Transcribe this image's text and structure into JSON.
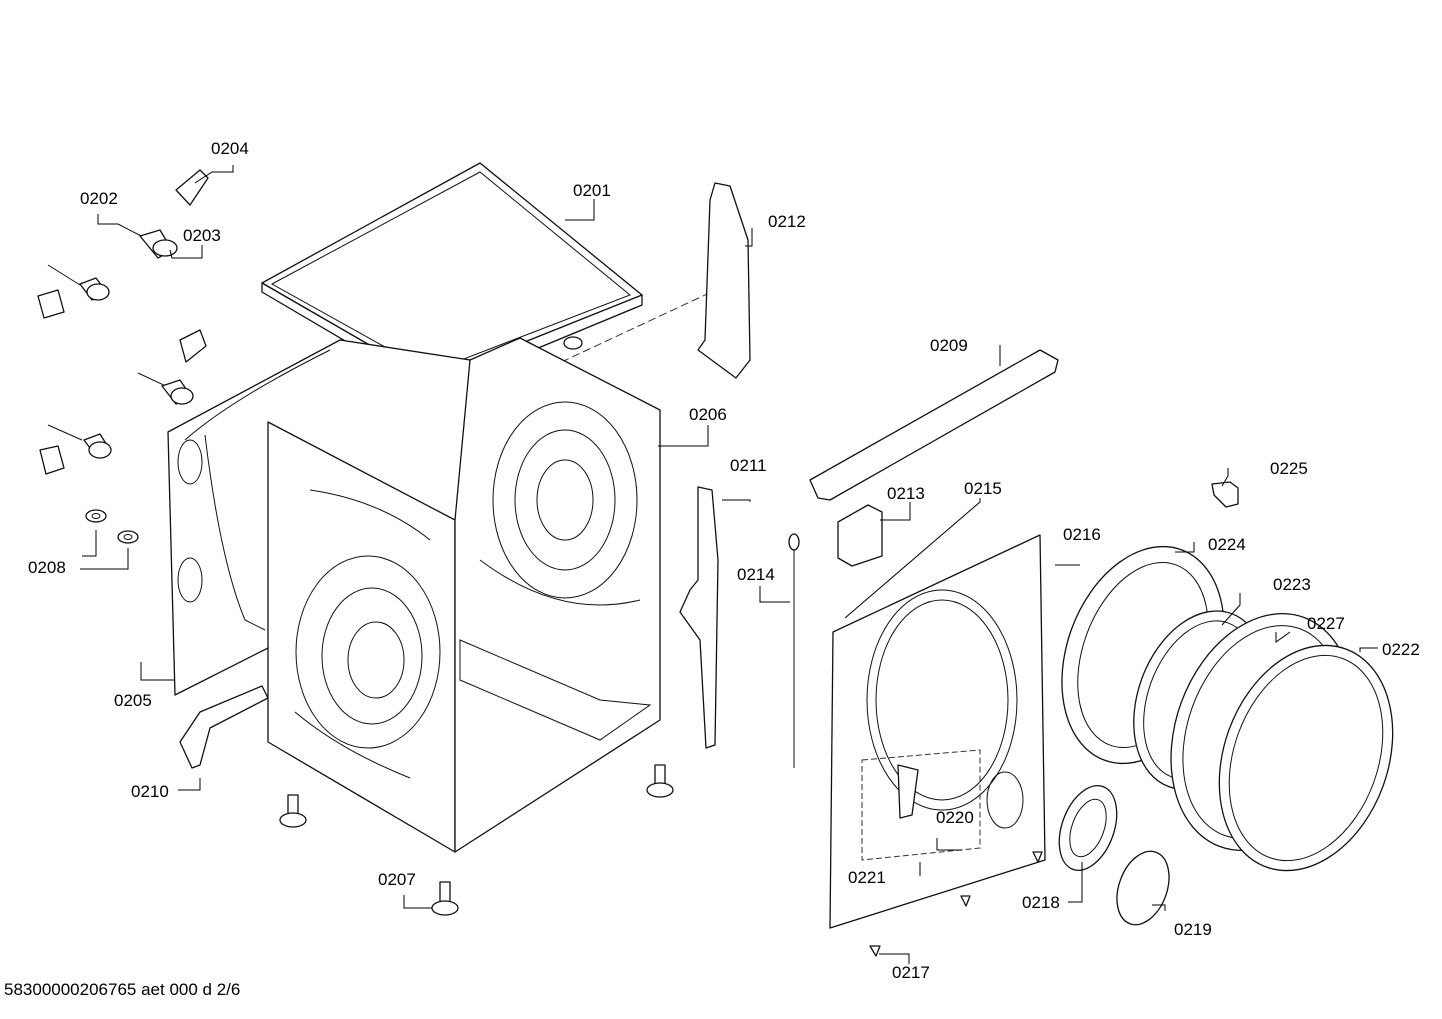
{
  "footer": "58300000206765 aet 000 d 2/6",
  "labels": {
    "p0201": "0201",
    "p0202": "0202",
    "p0203": "0203",
    "p0204": "0204",
    "p0205": "0205",
    "p0206": "0206",
    "p0207": "0207",
    "p0208": "0208",
    "p0209": "0209",
    "p0210": "0210",
    "p0211": "0211",
    "p0212": "0212",
    "p0213": "0213",
    "p0214": "0214",
    "p0215": "0215",
    "p0216": "0216",
    "p0217": "0217",
    "p0218": "0218",
    "p0219": "0219",
    "p0220": "0220",
    "p0221": "0221",
    "p0222": "0222",
    "p0223": "0223",
    "p0224": "0224",
    "p0225": "0225",
    "p0227": "0227"
  }
}
